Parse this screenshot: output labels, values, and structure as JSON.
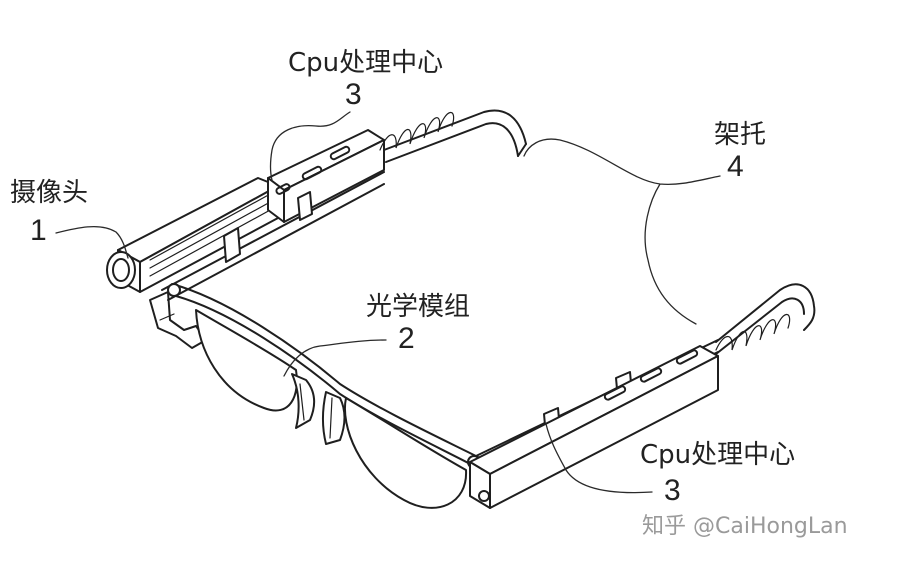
{
  "labels": {
    "camera": {
      "name": "摄像头",
      "num": "1"
    },
    "optics": {
      "name": "光学模组",
      "num": "2"
    },
    "cpu_top": {
      "name": "Cpu处理中心",
      "num": "3"
    },
    "cpu_bottom": {
      "name": "Cpu处理中心",
      "num": "3"
    },
    "bracket": {
      "name": "架托",
      "num": "4"
    }
  },
  "watermark": "知乎 @CaiHongLan",
  "colors": {
    "ink": "#1f1f1f",
    "background": "#ffffff",
    "watermark": "#9a9a9a"
  }
}
